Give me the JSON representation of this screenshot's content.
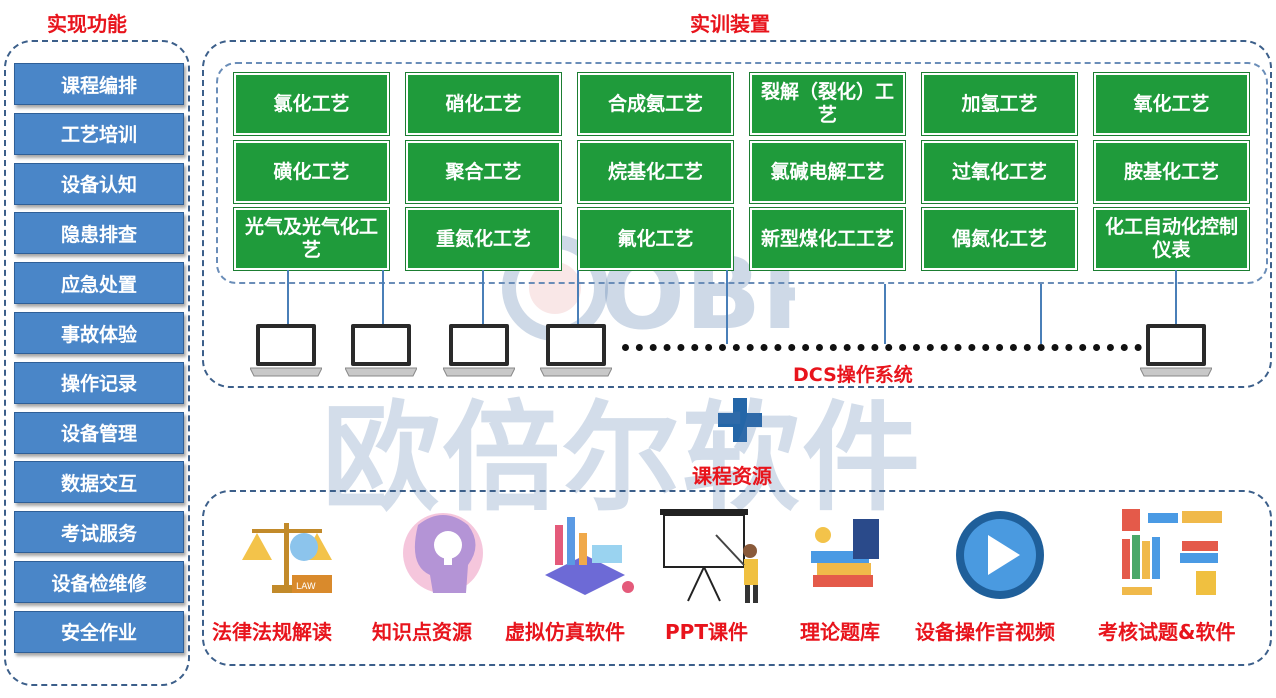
{
  "functions": {
    "title": "实现功能",
    "items": [
      "课程编排",
      "工艺培训",
      "设备认知",
      "隐患排查",
      "应急处置",
      "事故体验",
      "操作记录",
      "设备管理",
      "数据交互",
      "考试服务",
      "设备检维修",
      "安全作业"
    ]
  },
  "devices": {
    "title": "实训装置",
    "processes": [
      "氯化工艺",
      "硝化工艺",
      "合成氨工艺",
      "裂解（裂化）工艺",
      "加氢工艺",
      "氧化工艺",
      "磺化工艺",
      "聚合工艺",
      "烷基化工艺",
      "氯碱电解工艺",
      "过氧化工艺",
      "胺基化工艺",
      "光气及光气化工艺",
      "重氮化工艺",
      "氟化工艺",
      "新型煤化工工艺",
      "偶氮化工艺",
      "化工自动化控制仪表"
    ],
    "dcs_label": "DCS操作系统"
  },
  "course": {
    "title": "课程资源",
    "resources": [
      "法律法规解读",
      "知识点资源",
      "虚拟仿真软件",
      "PPT课件",
      "理论题库",
      "设备操作音视频",
      "考核试题&软件"
    ]
  },
  "watermark": {
    "text": "欧倍尔软件",
    "logo": "OBR"
  },
  "colors": {
    "accent_red": "#e8141c",
    "process_green": "#1f9b3b",
    "function_blue": "#4a86c8",
    "border_navy": "#3c5f8a"
  }
}
